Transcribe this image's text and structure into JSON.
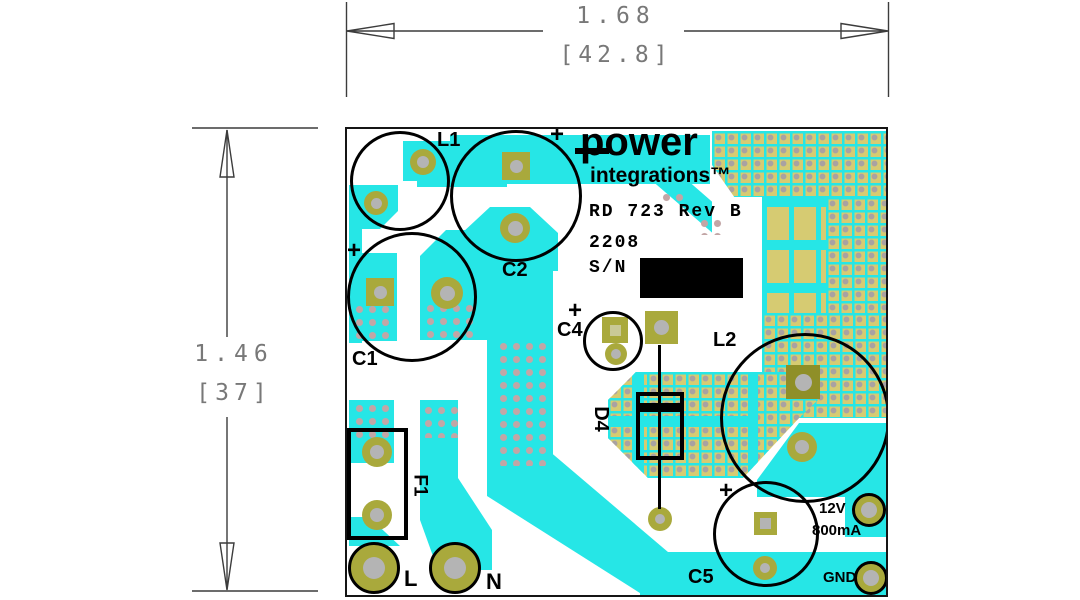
{
  "figure": {
    "type": "pcb-assembly-drawing",
    "dimensions": {
      "width_in": "1.68",
      "width_mm": "[42.8]",
      "height_in": "1.46",
      "height_mm": "[37]"
    },
    "board": {
      "logo": {
        "brand": "power",
        "sub_brand": "integrations™"
      },
      "silkscreen": {
        "design_id": "RD 723 Rev B",
        "date_code": "2208",
        "serial_label": "S/N"
      },
      "refdes": {
        "l1": "L1",
        "c1": "C1",
        "c2": "C2",
        "c4": "C4",
        "c5": "C5",
        "d4": "D4",
        "f1": "F1",
        "l2": "L2"
      },
      "terminals": {
        "line": "L",
        "neutral": "N",
        "ground": "GND"
      },
      "output_rating": {
        "voltage": "12V",
        "current": "800mA"
      },
      "polarity_mark": "+"
    },
    "palette": {
      "copper_trace": "#26e6e6",
      "pad_olive": "#a9a93c",
      "pad_olive_dark": "#8f8f28",
      "proto_khaki": "#d6cb72",
      "via_dot": "#c2a6a6",
      "drill_gray": "#b4b4b4",
      "silkscreen": "#000000",
      "dimension_line": "#3c3c3c",
      "dimension_text": "#787878",
      "board_bg": "#ffffff"
    }
  }
}
